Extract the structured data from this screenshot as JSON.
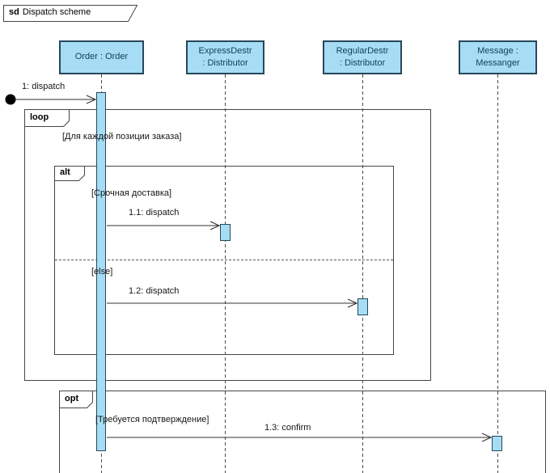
{
  "frame_title": {
    "keyword": "sd",
    "name": "Dispatch scheme"
  },
  "lifelines": [
    {
      "name": "Order",
      "type": "Order",
      "label": "Order : Order"
    },
    {
      "name": "ExpressDestr",
      "type": "Distributor",
      "label": "ExpressDestr\n: Distributor"
    },
    {
      "name": "RegularDestr",
      "type": "Distributor",
      "label": "RegularDestr\n: Distributor"
    },
    {
      "name": "Message",
      "type": "Messanger",
      "label": "Message :\nMessanger"
    }
  ],
  "fragments": [
    {
      "operator": "loop",
      "guard": "[Для каждой позиции заказа]"
    },
    {
      "operator": "alt",
      "guard": "[Срочная доставка]",
      "else_guard": "[else]"
    },
    {
      "operator": "opt",
      "guard": "[Требуется подтверждение]"
    }
  ],
  "messages": [
    {
      "label": "1: dispatch",
      "from": "found",
      "to": "Order"
    },
    {
      "label": "1.1: dispatch",
      "from": "Order",
      "to": "ExpressDestr"
    },
    {
      "label": "1.2: dispatch",
      "from": "Order",
      "to": "RegularDestr"
    },
    {
      "label": "1.3: confirm",
      "from": "Order",
      "to": "Message"
    }
  ],
  "colors": {
    "shape-fill": "#a6ddf5",
    "shape-border": "#27475a",
    "frame-border": "#454545",
    "header-text": "#123d5a"
  }
}
